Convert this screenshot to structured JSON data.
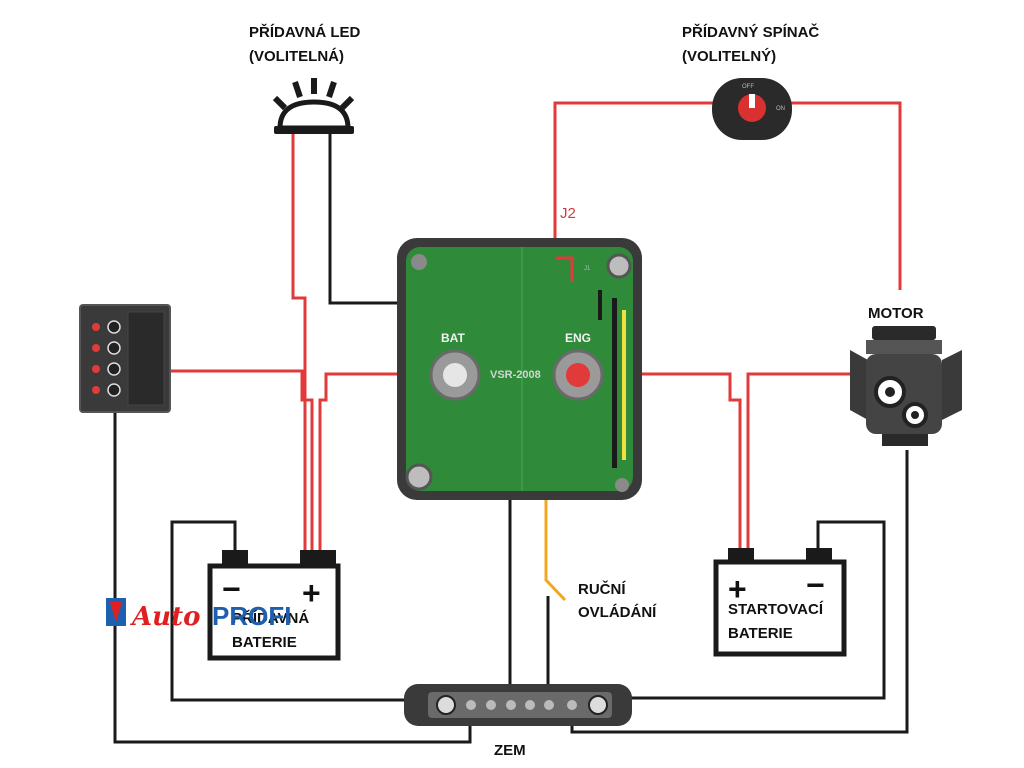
{
  "labels": {
    "led_line1": "PŘÍDAVNÁ LED",
    "led_line2": "(VOLITELNÁ)",
    "switch_line1": "PŘÍDAVNÝ SPÍNAČ",
    "switch_line2": "(VOLITELNÝ)",
    "switch_off": "OFF",
    "switch_on": "ON",
    "jumper": "J2",
    "module_bat": "BAT",
    "module_eng": "ENG",
    "module_model": "VSR-2008",
    "module_j1": "J1",
    "motor": "MOTOR",
    "manual_line1": "RUČNÍ",
    "manual_line2": "OVLÁDÁNÍ",
    "aux_battery_line1": "PŘÍDAVNÁ",
    "aux_battery_line2": "BATERIE",
    "aux_battery_minus": "−",
    "aux_battery_plus": "+",
    "start_battery_line1": "STARTOVACÍ",
    "start_battery_line2": "BATERIE",
    "start_battery_plus": "+",
    "start_battery_minus": "−",
    "ground": "ZEM",
    "logo_auto": "Auto",
    "logo_profi": "PROFI"
  },
  "colors": {
    "wire_red": "#e03a3a",
    "wire_black": "#1a1a1a",
    "wire_yellow": "#f0a820",
    "module_green": "#2f8a3a",
    "module_frame": "#3a3a3a",
    "logo_red": "#e02020",
    "logo_blue": "#1f5fb0"
  },
  "icons": {
    "led": "led-lamp-icon",
    "switch": "rotary-switch-icon",
    "motor": "engine-icon",
    "panel": "switch-panel-icon",
    "ground_bar": "ground-busbar-icon"
  }
}
